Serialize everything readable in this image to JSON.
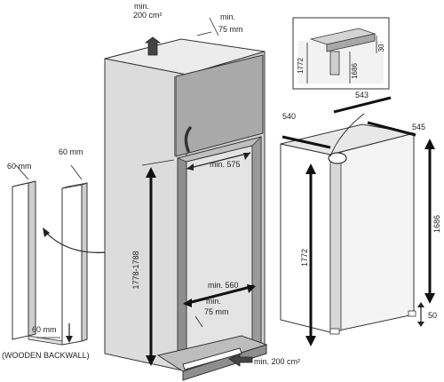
{
  "labels": {
    "top_vent": "min.",
    "top_vent_value": "200 cm²",
    "top_gap_min": "min.",
    "top_gap_value": "75 mm",
    "niche_width_inner": "min. 575",
    "niche_height": "1778-1788",
    "niche_width_bottom": "min. 560",
    "bottom_gap_min": "min.",
    "bottom_gap_value": "75 mm",
    "bottom_vent": "min. 200 cm²",
    "strip_top_left": "60 mm",
    "strip_top_right": "60 mm",
    "strip_bottom": "60 mm",
    "wooden_backwall": "(WOODEN BACKWALL)",
    "detail_1772": "1772",
    "detail_1686": "1686",
    "detail_30": "30",
    "fridge_540": "540",
    "fridge_543": "543",
    "fridge_545": "545",
    "fridge_1772": "1772",
    "fridge_1686": "1686",
    "fridge_50": "50"
  },
  "colors": {
    "cabinet_fill": "#d9d9d9",
    "cabinet_dark": "#8e8e8e",
    "door_fill": "#a9a9a9",
    "line": "#222222"
  }
}
